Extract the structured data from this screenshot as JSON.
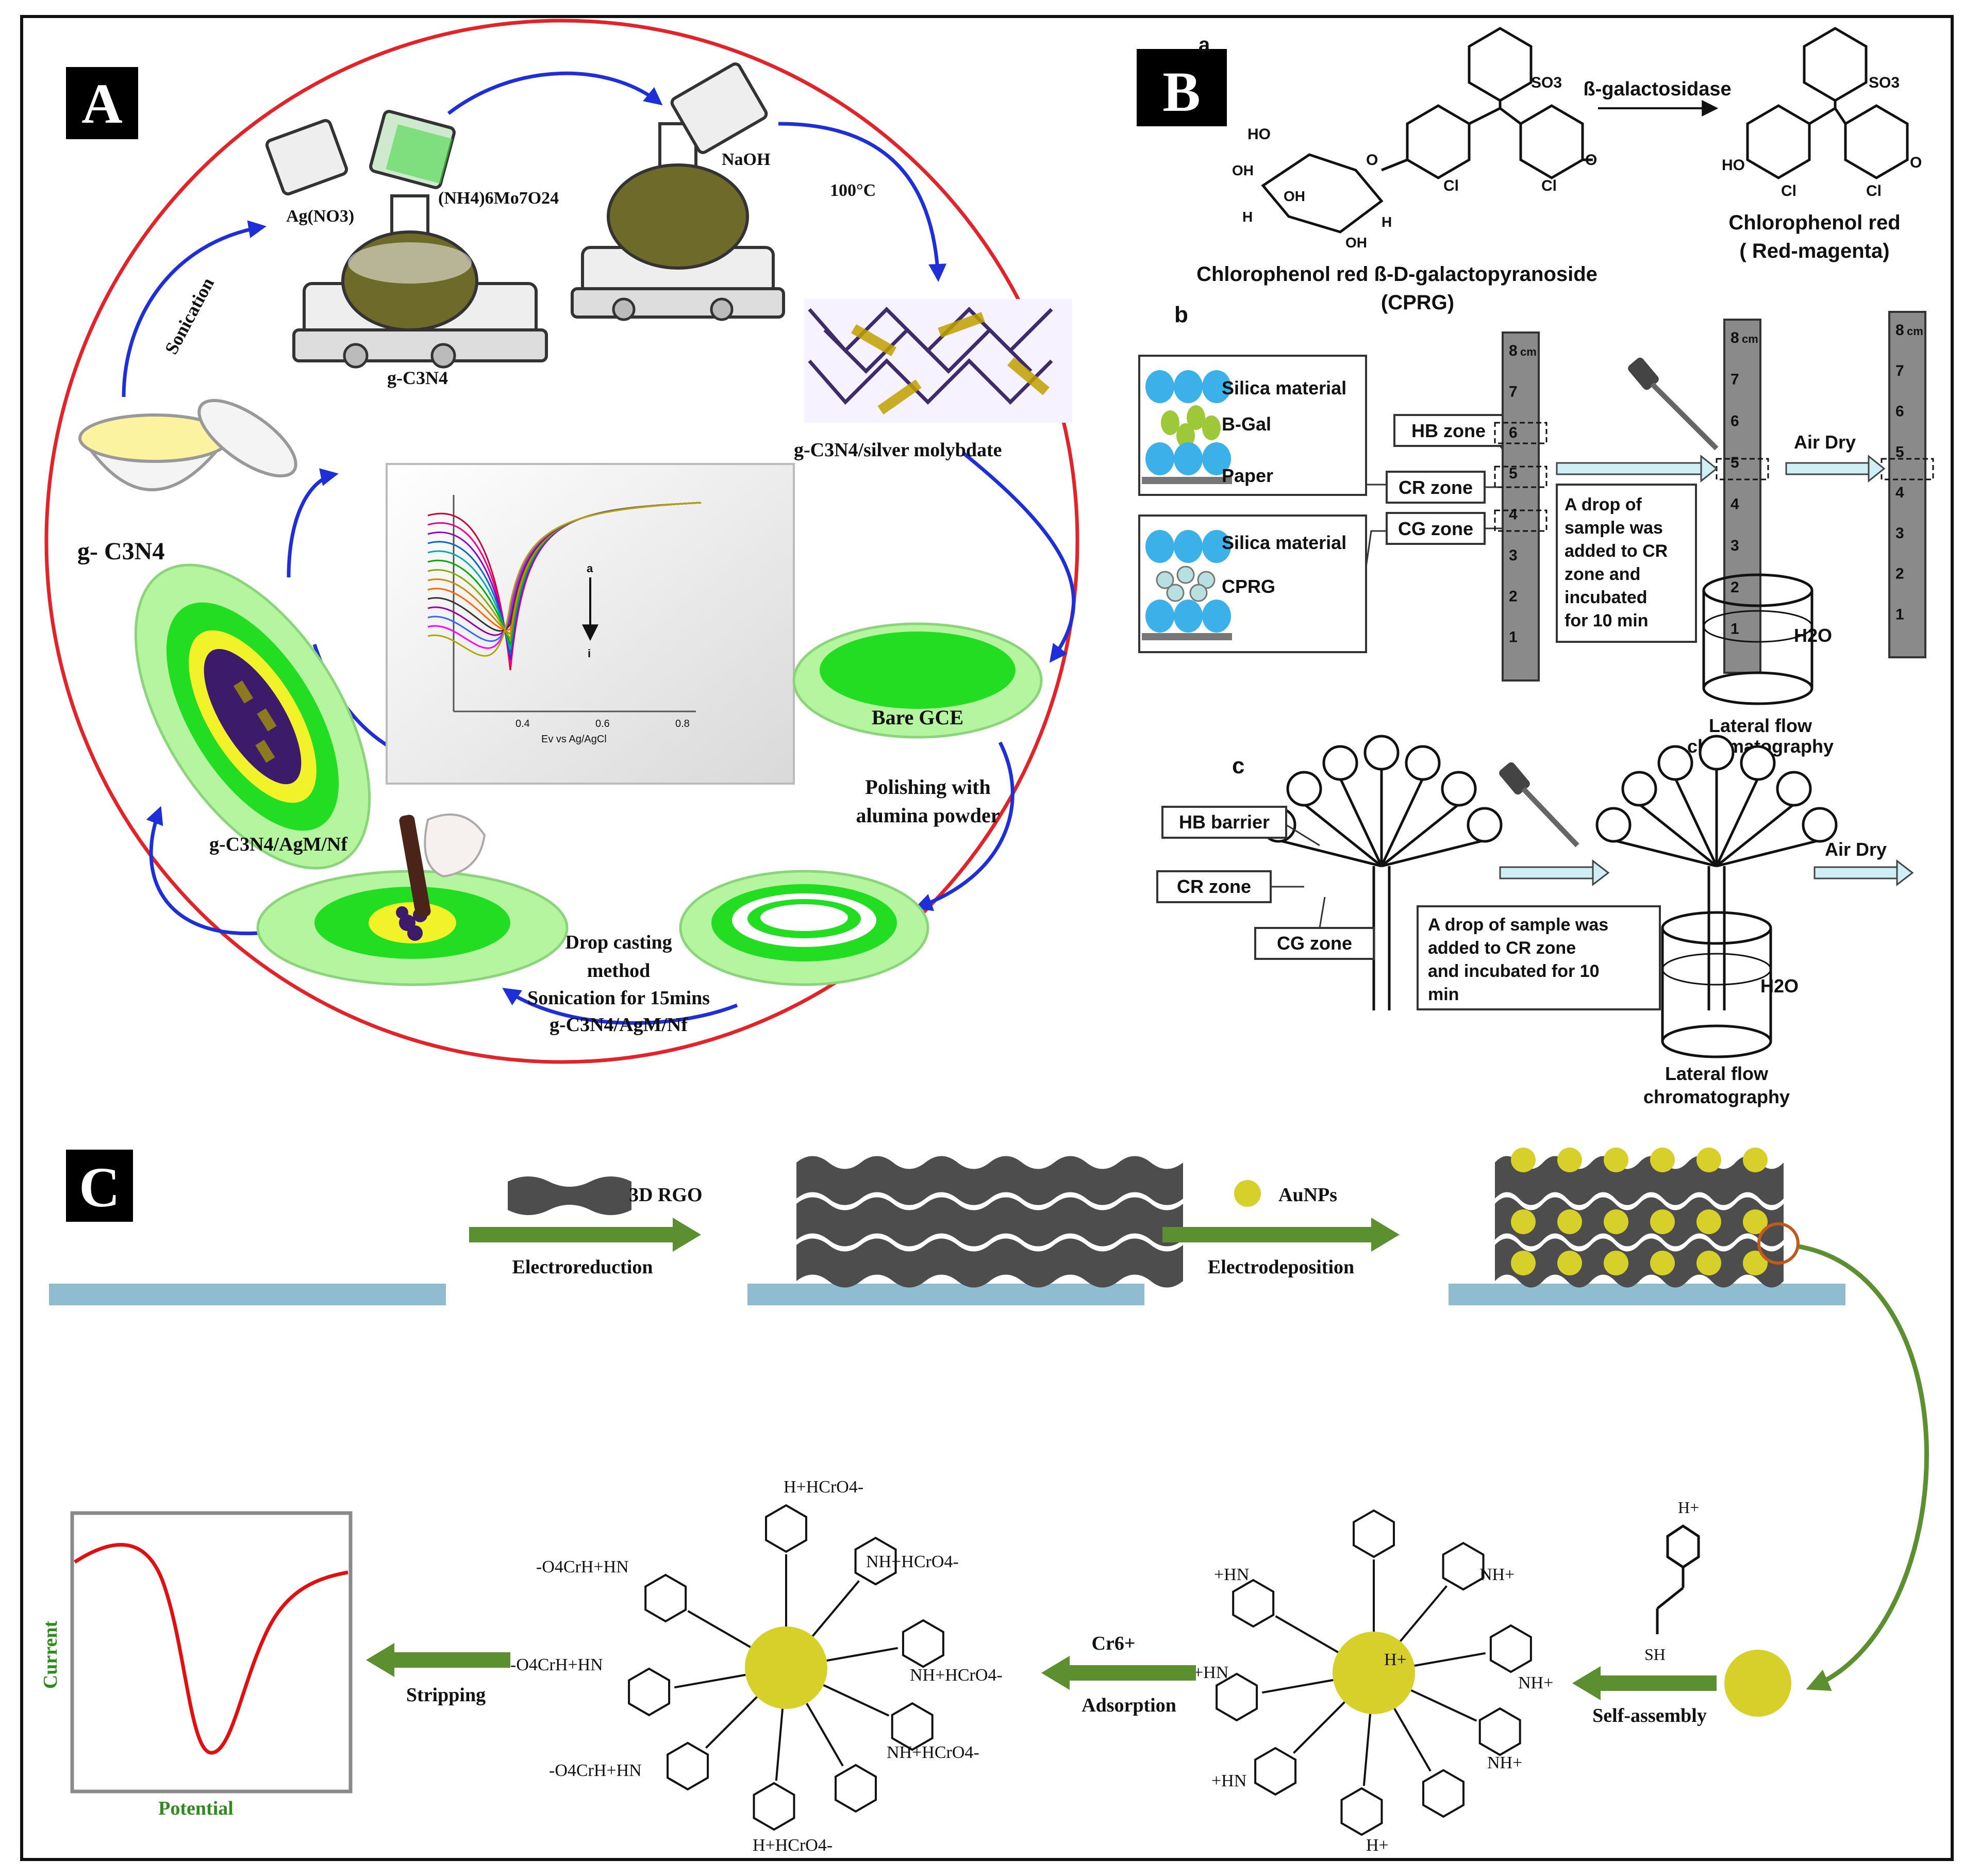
{
  "panels": {
    "A": {
      "label": "A",
      "reagent_ag": "Ag(NO3)",
      "reagent_mo": "(NH4)6Mo7O24",
      "naoh": "NaOH",
      "temp": "100°C",
      "sonication": "Sonication",
      "g_c3n4": "g-C3N4",
      "g_c3n4_mortar": "g- C3N4",
      "composite": "g-C3N4/silver molybdate",
      "bare_gce": "Bare GCE",
      "polishing": "Polishing with alumina powder",
      "polish_line1": "Polishing with",
      "polish_line2": "alumina powder",
      "drop_line1": "Drop casting",
      "drop_line2": "method",
      "drop_line3": "Sonication for 15mins",
      "drop_line4": "g-C3N4/AgM/Nf",
      "electrode_label": "g-C3N4/AgM/Nf",
      "plot_xlabel": "Ev vs Ag/AgCl",
      "plot_ticks": [
        "0.4",
        "0.6",
        "0.8"
      ],
      "plot_arrow_top": "a",
      "plot_arrow_bottom": "i"
    },
    "B": {
      "label": "B",
      "sub_a": "a",
      "sub_b": "b",
      "sub_c": "c",
      "enzyme": "ß-galactosidase",
      "substrate_line1": "Chlorophenol red ß-D-galactopyranoside",
      "substrate_line2": "(CPRG)",
      "product_line1": "Chlorophenol red",
      "product_line2": "( Red-magenta)",
      "so3": "SO3",
      "cl": "Cl",
      "ho": "HO",
      "oh": "OH",
      "o": "O",
      "h": "H",
      "silica": "Silica material",
      "bgal": "B-Gal",
      "paper": "Paper",
      "cprg": "CPRG",
      "hb_zone": "HB zone",
      "cr_zone": "CR zone",
      "cg_zone": "CG zone",
      "ruler_unit": "cm",
      "ruler_ticks": [
        "8",
        "7",
        "6",
        "5",
        "4",
        "3",
        "2",
        "1"
      ],
      "drop_text": [
        "A drop of",
        "sample was",
        "added to CR",
        "zone and",
        "incubated",
        "for 10 min"
      ],
      "air_dry": "Air Dry",
      "water": "H2O",
      "lfc_line1": "Lateral flow",
      "lfc_line2": "chromatography",
      "hb_barrier": "HB barrier",
      "drop_text_c": [
        "A drop of sample was",
        "added to CR zone",
        "and incubated for 10",
        "min"
      ]
    },
    "C": {
      "label": "C",
      "rgo": "3D RGO",
      "electroreduction": "Electroreduction",
      "aunps": "AuNPs",
      "electrodeposition": "Electrodeposition",
      "self_assembly": "Self-assembly",
      "sh": "SH",
      "nh_plus": "NH+",
      "hplus": "H+",
      "cr6": "Cr6+",
      "adsorption": "Adsorption",
      "stripping": "Stripping",
      "current": "Current",
      "potential": "Potential",
      "hcro4": "H+HCrO4-",
      "nh_hcro4": "NH+HCrO4-",
      "o4crh_hn": "-O4CrH+HN",
      "hn_plus": "+HN"
    }
  },
  "colors": {
    "circle": "#e0242a",
    "flow_arrow": "#1f2fd6",
    "green_arrow": "#5b8f2f",
    "substrate": "#8fbcd1",
    "rgo": "#4d4d4d",
    "aunp": "#d8d02a",
    "electrode_light": "#b5f5a0",
    "electrode_dark": "#22dd22",
    "silica_blue": "#3cb0e8",
    "bgal_green": "#9cc83a",
    "ruler": "#8a8a8a",
    "label_text": "#2e8b1e",
    "stripping_curve": "#e01010"
  },
  "icons": [
    "mortar-icon",
    "beaker-icon",
    "flask-icon",
    "hotplate-icon",
    "dropper-icon",
    "glove-hand-icon",
    "cylinder-icon"
  ]
}
